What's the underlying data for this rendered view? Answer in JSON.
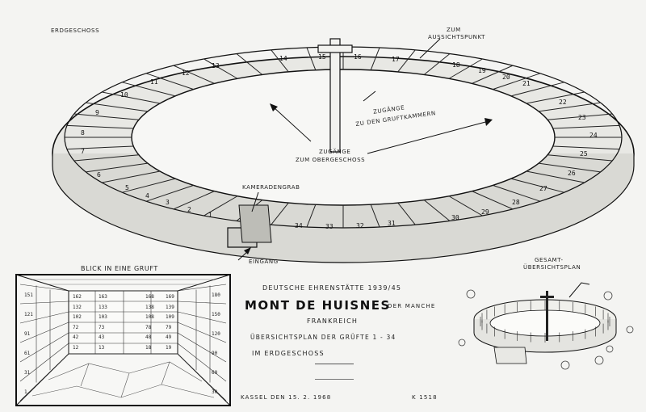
{
  "labels": {
    "ground_floor": "ERDGESCHOSS",
    "viewpoint_1": "ZUM",
    "viewpoint_2": "AUSSICHTSPUNKT",
    "access_1": "ZUGÄNGE",
    "access_2": "ZU DEN GRUFTKAMMERN",
    "upper_1": "ZUGÄNGE",
    "upper_2": "ZUM OBERGESCHOSS",
    "comrade_grave": "KAMERADENGRAB",
    "entrance": "EINGANG",
    "crypt_view": "BLICK IN EINE GRUFT",
    "overview_1": "GESAMT-",
    "overview_2": "ÜBERSICHTSPLAN"
  },
  "title": {
    "line1": "DEUTSCHE EHRENSTÄTTE 1939/45",
    "name": "MONT DE HUISNES",
    "region": "DER MANCHE",
    "country": "FRANKREICH",
    "line3": "ÜBERSICHTSPLAN DER GRÜFTE   1 - 34",
    "line4": "IM   ERDGESCHOSS",
    "place_date": "KASSEL DEN 15. 2. 1968",
    "sheet_no": "K 1518"
  },
  "crypts": [
    "1",
    "2",
    "3",
    "4",
    "5",
    "6",
    "7",
    "8",
    "9",
    "10",
    "11",
    "12",
    "13",
    "14",
    "15",
    "16",
    "17",
    "18",
    "19",
    "20",
    "21",
    "22",
    "23",
    "24",
    "25",
    "26",
    "27",
    "28",
    "29",
    "30",
    "31",
    "32",
    "33",
    "34"
  ],
  "crypt_interior": {
    "left_wall": [
      "151",
      "121",
      "91",
      "61",
      "31",
      "1"
    ],
    "back_left": [
      "162",
      "132",
      "102",
      "72",
      "42",
      "12"
    ],
    "back_c1": [
      "163",
      "133",
      "103",
      "73",
      "43",
      "13"
    ],
    "back_c2": [
      "168",
      "138",
      "108",
      "78",
      "48",
      "18"
    ],
    "back_right": [
      "169",
      "139",
      "109",
      "79",
      "49",
      "19"
    ],
    "right_wall": [
      "180",
      "150",
      "120",
      "90",
      "60",
      "30"
    ]
  }
}
